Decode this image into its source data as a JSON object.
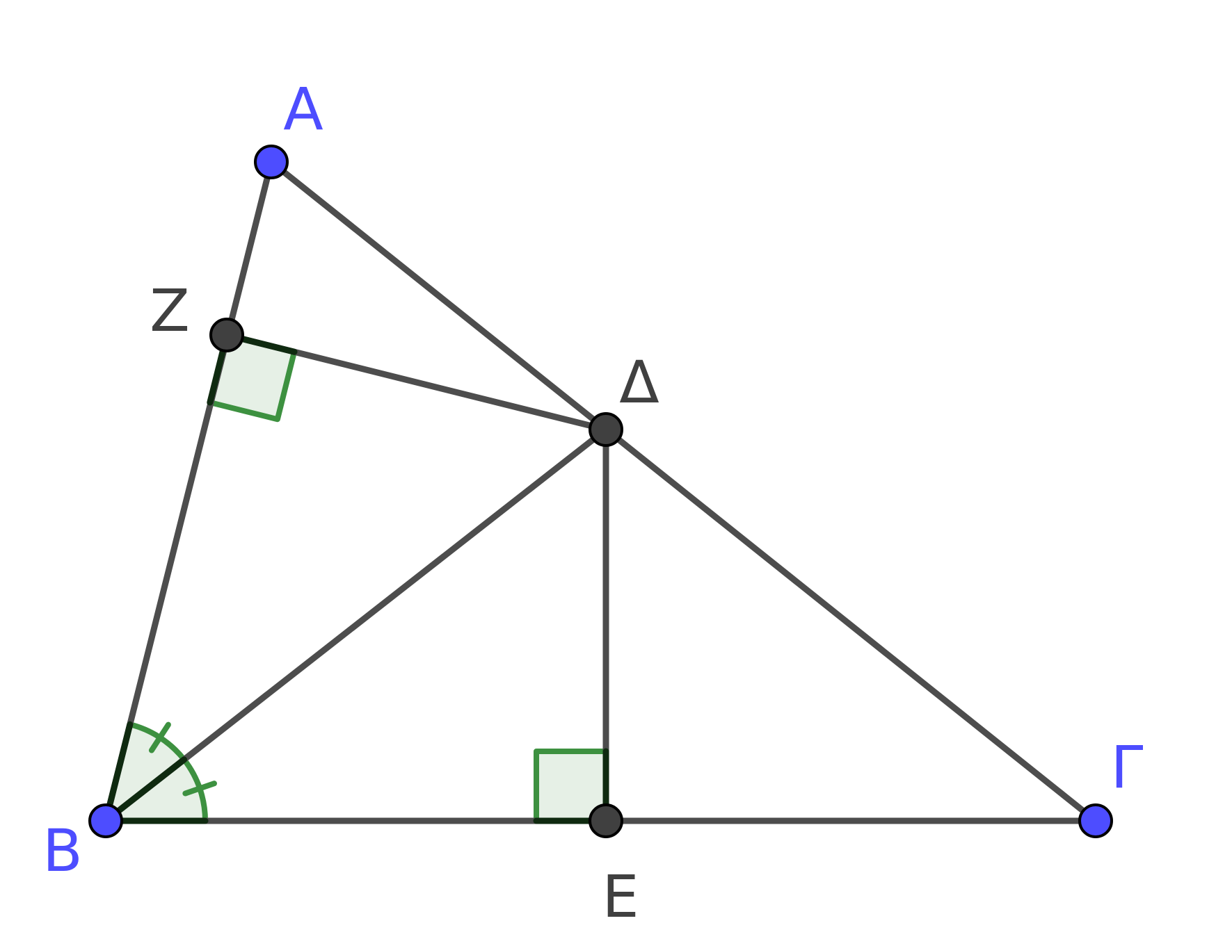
{
  "colors": {
    "segment": "#4d4d4d",
    "free_point": "#4d4dff",
    "dependent_point": "#404040",
    "free_label": "#4d4dff",
    "dependent_label": "#404040",
    "angle_stroke": "#3d9140",
    "angle_fill": "#e6f0e6",
    "angle_overlap": "#0f2a10"
  },
  "points": {
    "A": {
      "label": "Α",
      "kind": "free"
    },
    "B": {
      "label": "Β",
      "kind": "free"
    },
    "G": {
      "label": "Γ",
      "kind": "free"
    },
    "D": {
      "label": "Δ",
      "kind": "dependent"
    },
    "E": {
      "label": "Ε",
      "kind": "dependent"
    },
    "Z": {
      "label": "Ζ",
      "kind": "dependent"
    }
  },
  "segments": [
    [
      "A",
      "B"
    ],
    [
      "A",
      "G"
    ],
    [
      "B",
      "G"
    ],
    [
      "B",
      "D"
    ],
    [
      "D",
      "E"
    ],
    [
      "D",
      "Z"
    ]
  ],
  "angles": [
    {
      "kind": "right",
      "vertex": "Z",
      "between": [
        "B",
        "D"
      ]
    },
    {
      "kind": "right",
      "vertex": "E",
      "between": [
        "B",
        "D"
      ]
    },
    {
      "kind": "equal-arc-marked",
      "vertex": "B",
      "between": [
        "G",
        "A"
      ],
      "bisector": "D",
      "marks": 1
    }
  ]
}
